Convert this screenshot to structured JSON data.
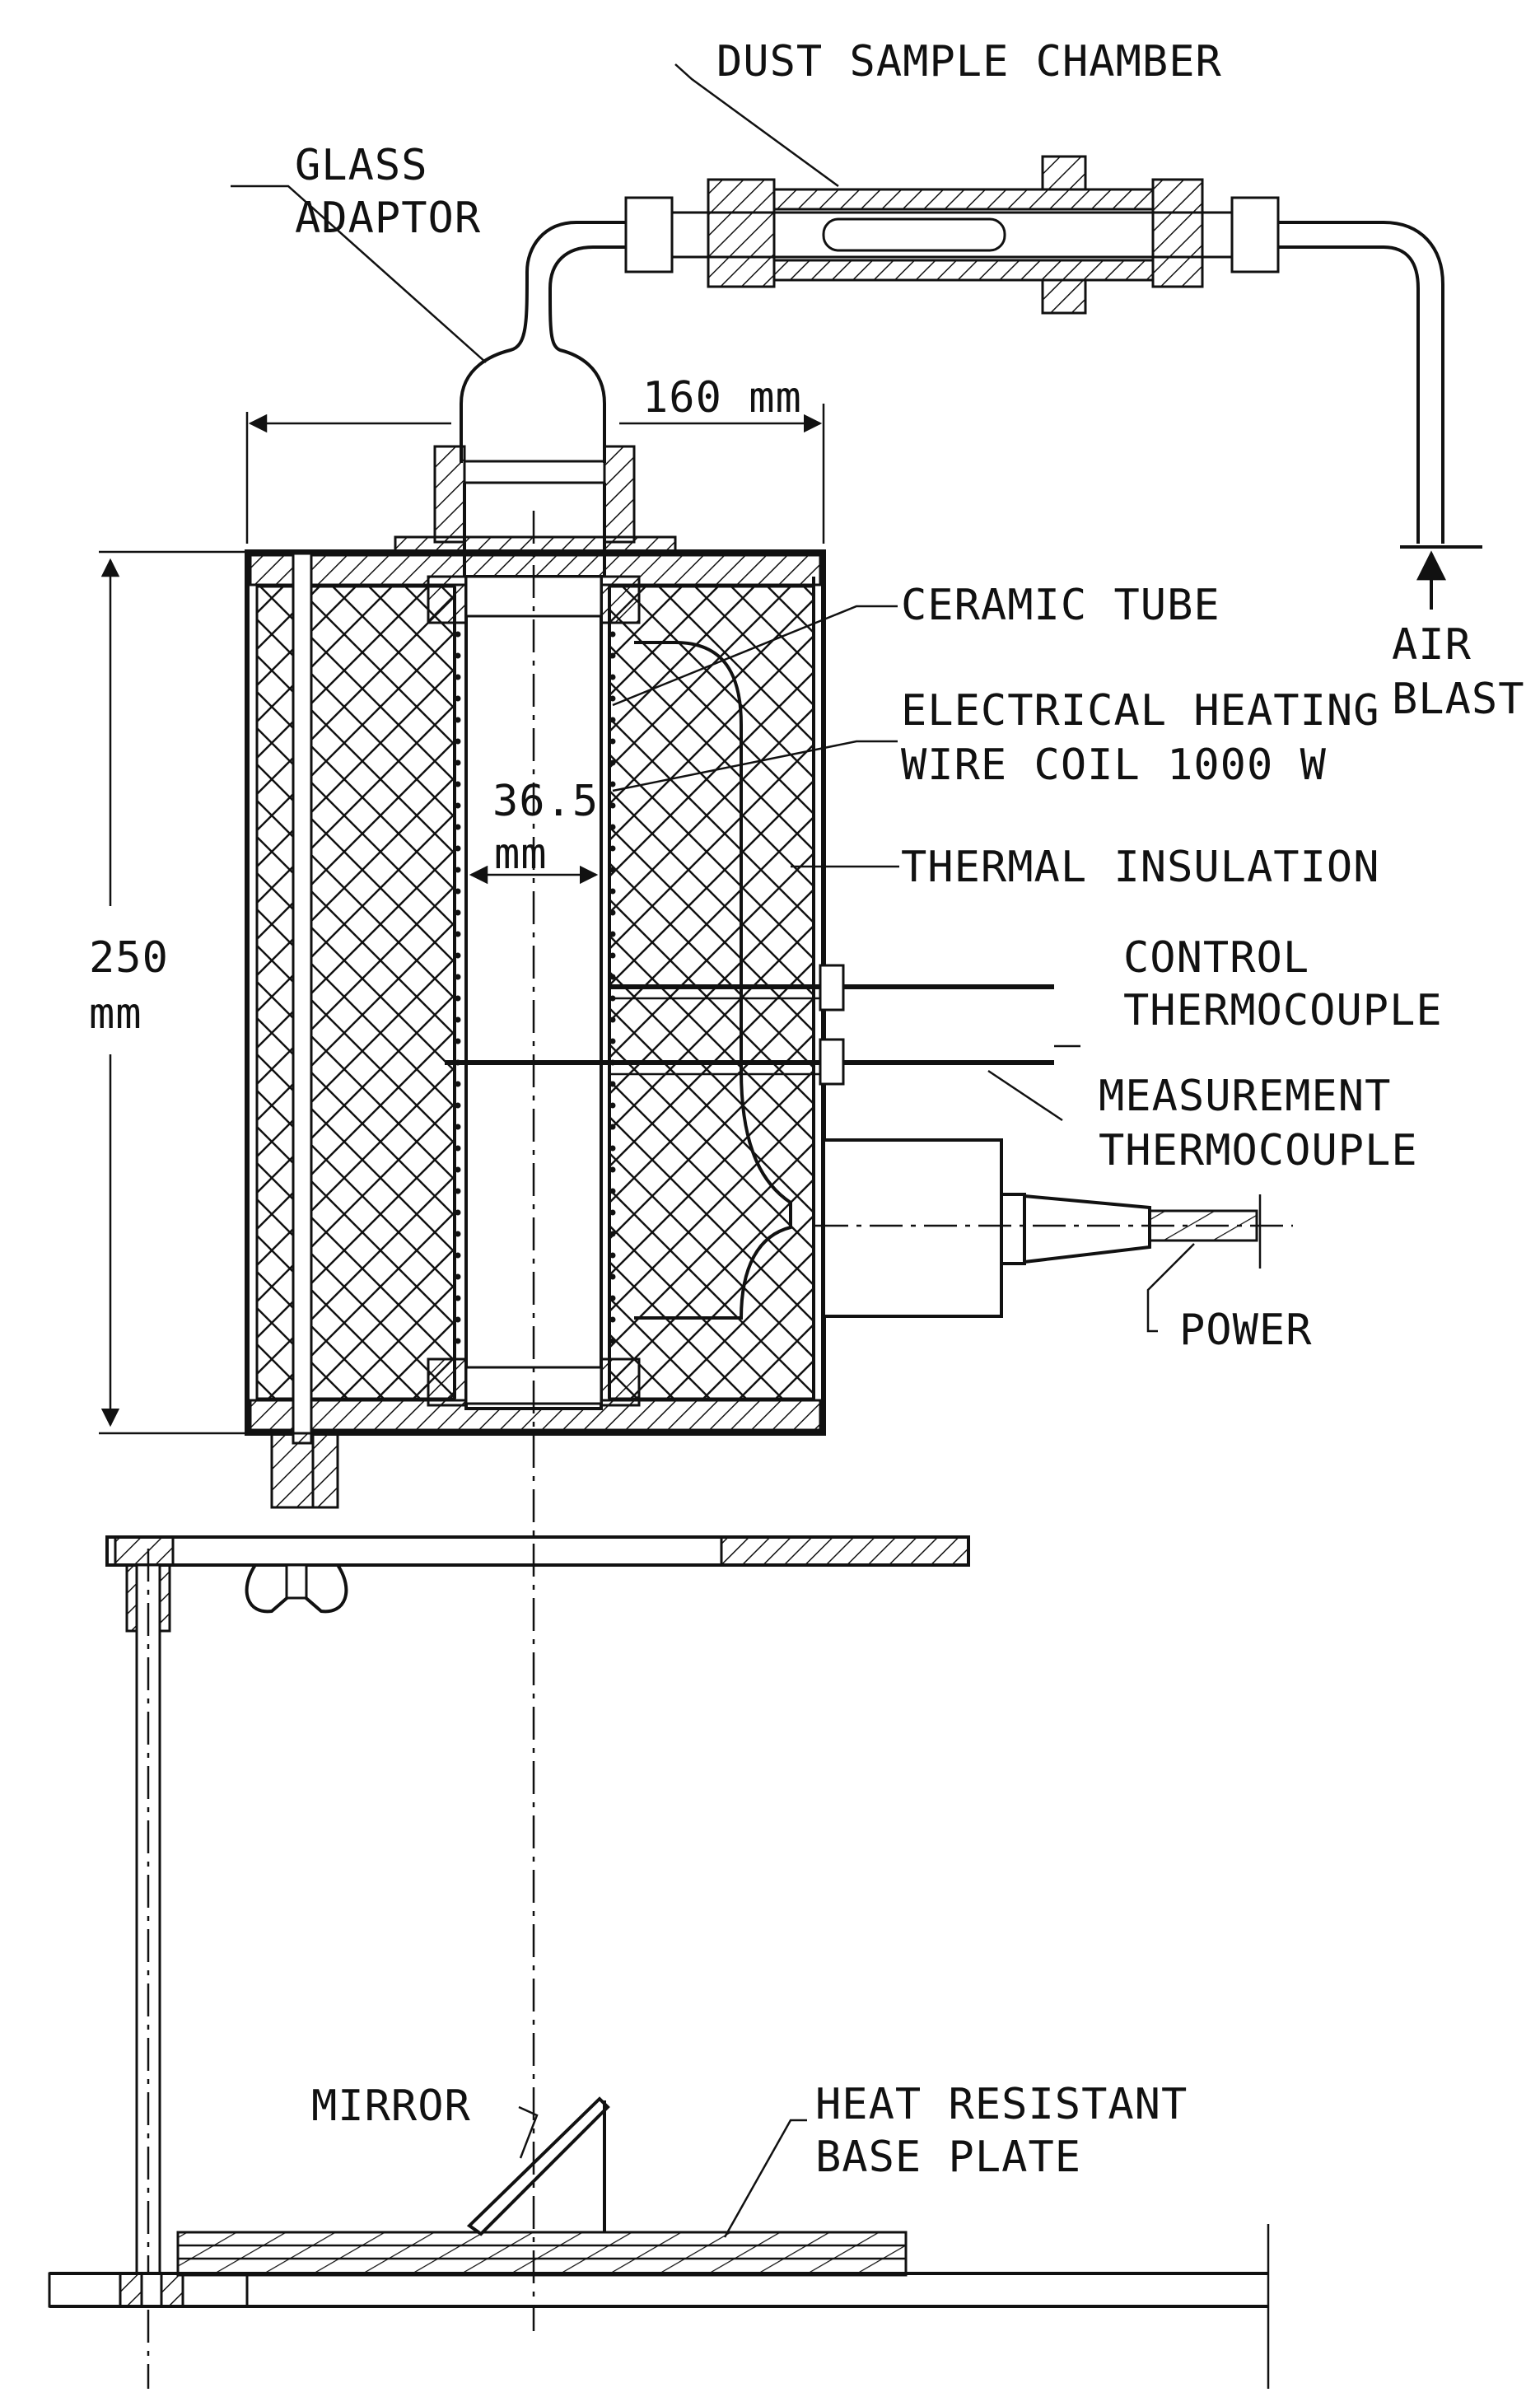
{
  "labels": {
    "dust_sample_chamber": "DUST SAMPLE CHAMBER",
    "glass_adaptor_1": "GLASS",
    "glass_adaptor_2": "ADAPTOR",
    "dim_160": "160 mm",
    "dim_250_1": "250",
    "dim_250_2": "mm",
    "dim_365_1": "36.5",
    "dim_365_2": "mm",
    "ceramic_tube": "CERAMIC TUBE",
    "heating_1": "ELECTRICAL HEATING",
    "heating_2": "WIRE COIL 1000 W",
    "thermal_insulation": "THERMAL INSULATION",
    "control_tc_1": "CONTROL",
    "control_tc_2": "THERMOCOUPLE",
    "measure_tc_1": "MEASUREMENT",
    "measure_tc_2": "THERMOCOUPLE",
    "power": "POWER",
    "air_blast_1": "AIR",
    "air_blast_2": "BLAST",
    "mirror": "MIRROR",
    "base_plate_1": "HEAT RESISTANT",
    "base_plate_2": "BASE PLATE"
  }
}
